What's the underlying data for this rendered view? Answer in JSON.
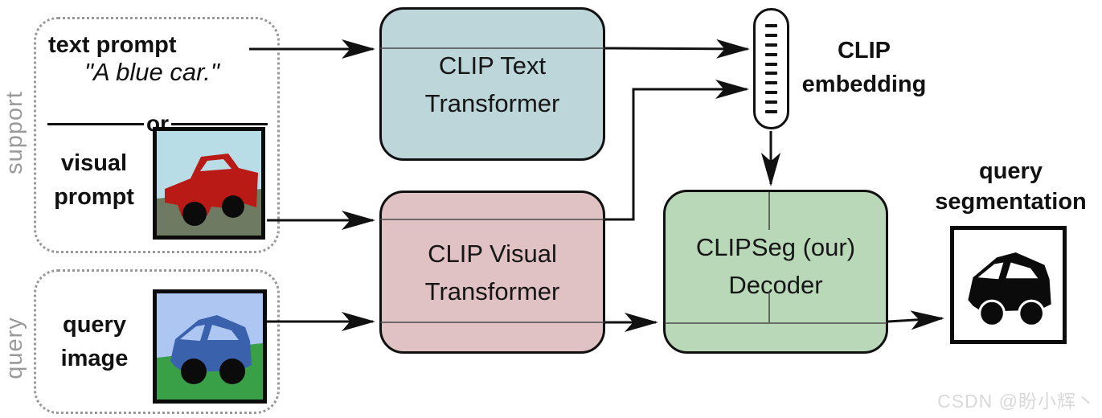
{
  "support": {
    "side_label": "support",
    "text_prompt_label": "text prompt",
    "text_prompt_value": "\"A blue car.\"",
    "or_label": "or",
    "visual_prompt_label": "visual prompt"
  },
  "query": {
    "side_label": "query",
    "query_image_label": "query image"
  },
  "blocks": {
    "text_transformer_label": "CLIP Text Transformer",
    "visual_transformer_label": "CLIP Visual Transformer",
    "decoder_label": "CLIPSeg (our) Decoder",
    "embedding_label": "CLIP embedding",
    "output_label": "query segmentation"
  },
  "icons": {
    "embedding_vector": "dashed-capsule-vector-icon",
    "arrowhead": "barbed-right-arrowhead"
  },
  "colors": {
    "text_transformer_fill": "#bcd6da",
    "visual_transformer_fill": "#e0c2c4",
    "decoder_fill": "#b9d8b8",
    "line": "#111111",
    "thin_line": "#4a4a4a",
    "dashed_border": "#999999",
    "side_label": "#9a9a9a",
    "support_sky": "#b9dde7",
    "support_ground": "#6f7a62",
    "support_car": "#ba1a15",
    "query_sky": "#aec7f2",
    "query_grass": "#3aa047",
    "query_car": "#3a61ac",
    "watermark": "#d9d9d9"
  },
  "watermark": "CSDN @盼小辉丶"
}
